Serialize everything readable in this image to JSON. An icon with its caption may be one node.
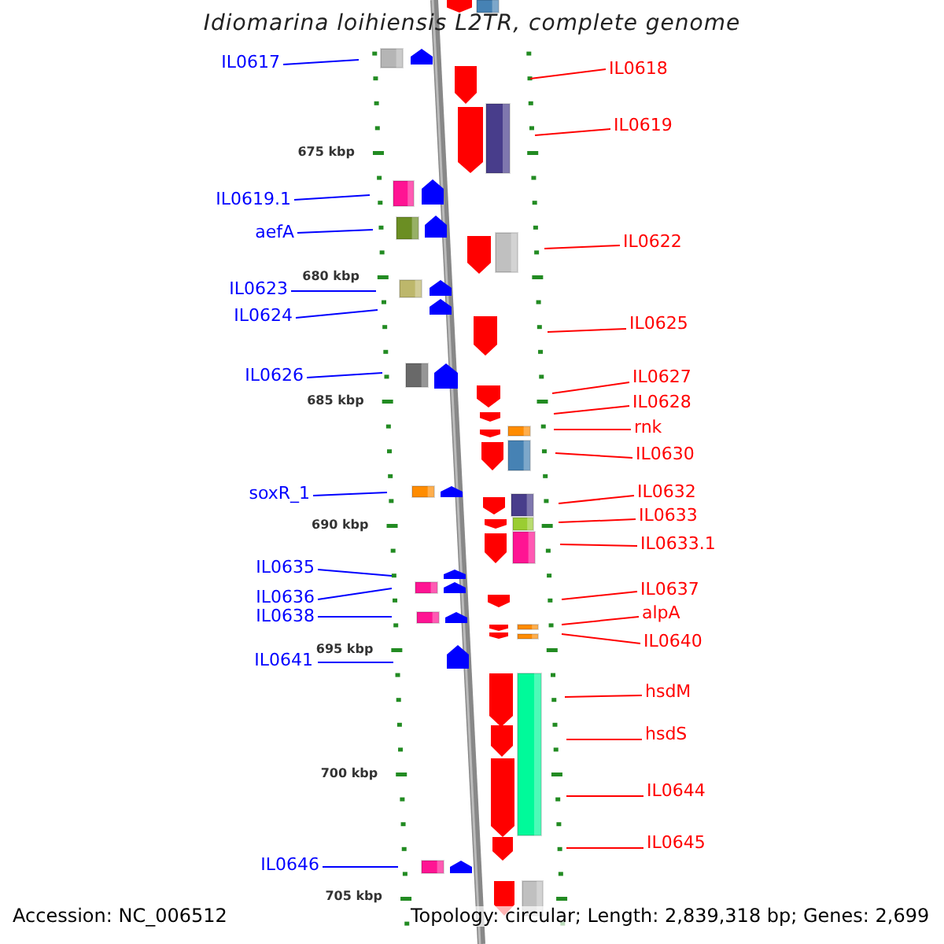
{
  "diagram": {
    "title": "Idiomarina loihiensis L2TR, complete genome",
    "nodes": [
      {
        "text": [
          "IL0617"
        ]
      },
      {
        "text": [
          "IL0618"
        ]
      },
      {
        "text": [
          "IL0619"
        ]
      },
      {
        "text": [
          "IL0619.1"
        ]
      },
      {
        "text": [
          "aefA"
        ]
      },
      {
        "text": [
          "IL0622"
        ]
      },
      {
        "text": [
          "IL0623"
        ]
      },
      {
        "text": [
          "IL0624"
        ]
      },
      {
        "text": [
          "IL0625"
        ]
      },
      {
        "text": [
          "IL0626"
        ]
      },
      {
        "text": [
          "IL0627"
        ]
      },
      {
        "text": [
          "IL0628"
        ]
      },
      {
        "text": [
          "rnk"
        ]
      },
      {
        "text": [
          "IL0630"
        ]
      },
      {
        "text": [
          "soxR_1"
        ]
      },
      {
        "text": [
          "IL0632"
        ]
      },
      {
        "text": [
          "IL0633"
        ]
      },
      {
        "text": [
          "IL0633.1"
        ]
      },
      {
        "text": [
          "IL0635"
        ]
      },
      {
        "text": [
          "IL0637"
        ]
      },
      {
        "text": [
          "IL0636"
        ]
      },
      {
        "text": [
          "alpA"
        ]
      },
      {
        "text": [
          "IL0638"
        ]
      },
      {
        "text": [
          "IL0640"
        ]
      },
      {
        "text": [
          "IL0641"
        ]
      },
      {
        "text": [
          "hsdM"
        ]
      },
      {
        "text": [
          "hsdS"
        ]
      },
      {
        "text": [
          "IL0644"
        ]
      },
      {
        "text": [
          "IL0645"
        ]
      },
      {
        "text": [
          "IL0646"
        ]
      }
    ],
    "edges": [
      {
        "from": 0,
        "to": null,
        "arrow": "none",
        "color": "#0000ff"
      },
      {
        "from": 1,
        "to": null,
        "arrow": "none"
      },
      {
        "from": 2,
        "to": null,
        "arrow": "none"
      },
      {
        "from": 3,
        "to": null,
        "arrow": "none",
        "color": "#0000ff"
      },
      {
        "from": 4,
        "to": null,
        "arrow": "none",
        "color": "#0000ff"
      },
      {
        "from": 5,
        "to": null,
        "arrow": "none"
      },
      {
        "from": 6,
        "to": null,
        "arrow": "none",
        "color": "#0000ff"
      },
      {
        "from": 7,
        "to": null,
        "arrow": "none",
        "color": "#0000ff"
      },
      {
        "from": 8,
        "to": null,
        "arrow": "none"
      },
      {
        "from": 9,
        "to": null,
        "arrow": "none",
        "color": "#0000ff"
      },
      {
        "from": 10,
        "to": null,
        "arrow": "none"
      },
      {
        "from": 11,
        "to": null,
        "arrow": "none"
      },
      {
        "from": 12,
        "to": null,
        "arrow": "none"
      },
      {
        "from": 13,
        "to": null,
        "arrow": "none"
      },
      {
        "from": 14,
        "to": null,
        "arrow": "none",
        "color": "#0000ff"
      },
      {
        "from": 15,
        "to": null,
        "arrow": "none"
      },
      {
        "from": 16,
        "to": null,
        "arrow": "none"
      },
      {
        "from": 17,
        "to": null,
        "arrow": "none"
      },
      {
        "from": 18,
        "to": null,
        "arrow": "none",
        "color": "#0000ff"
      },
      {
        "from": 19,
        "to": null,
        "arrow": "none"
      },
      {
        "from": 20,
        "to": null,
        "arrow": "none",
        "color": "#0000ff"
      },
      {
        "from": 21,
        "to": null,
        "arrow": "none"
      },
      {
        "from": 22,
        "to": null,
        "arrow": "none",
        "color": "#0000ff"
      },
      {
        "from": 23,
        "to": null,
        "arrow": "none"
      },
      {
        "from": 24,
        "to": null,
        "arrow": "none",
        "color": "#0000ff"
      },
      {
        "from": 25,
        "to": null,
        "arrow": "none"
      },
      {
        "from": 26,
        "to": null,
        "arrow": "none"
      },
      {
        "from": 27,
        "to": null,
        "arrow": "none"
      },
      {
        "from": 28,
        "to": null,
        "arrow": "none"
      },
      {
        "from": 29,
        "to": null,
        "arrow": "none",
        "color": "#0000ff"
      }
    ],
    "labels": [
      "675 kbp",
      "680 kbp",
      "685 kbp",
      "690 kbp",
      "695 kbp",
      "700 kbp",
      "705 kbp",
      "Accession: NC_006512",
      "Topology: circular; Length: 2,839,318 bp; Genes: 2,699"
    ]
  }
}
